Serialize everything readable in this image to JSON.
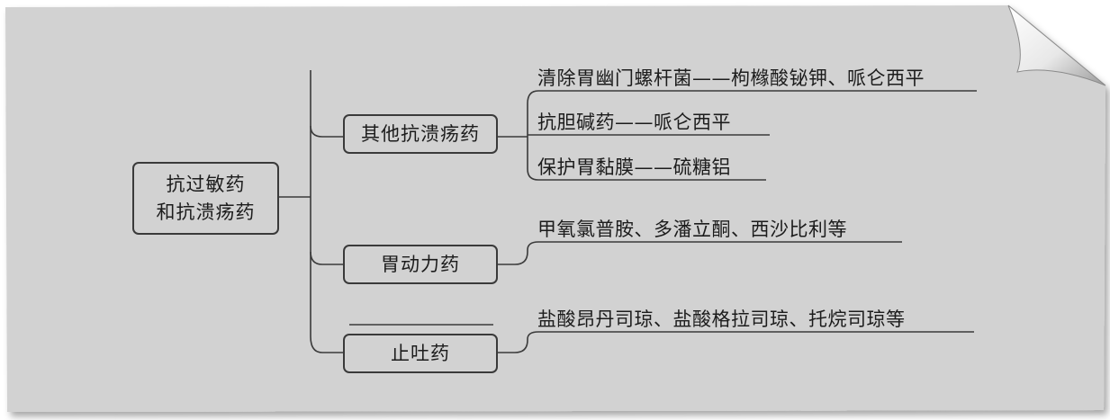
{
  "mindmap": {
    "root": {
      "label_line1": "抗过敏药",
      "label_line2": "和抗溃疡药"
    },
    "branches": [
      {
        "label": "其他抗溃疡药",
        "children": [
          "清除胃幽门螺杆菌——枸橼酸铋钾、哌仑西平",
          "抗胆碱药——哌仑西平",
          "保护胃黏膜——硫糖铝"
        ]
      },
      {
        "label": "胃动力药",
        "children": [
          "甲氧氯普胺、多潘立酮、西沙比利等"
        ]
      },
      {
        "label": "止吐药",
        "children": [
          "盐酸昂丹司琼、盐酸格拉司琼、托烷司琼等"
        ]
      }
    ]
  },
  "colors": {
    "paper": "#d2d2d2",
    "line": "#3a3a3a",
    "text": "#1c1c1c"
  }
}
